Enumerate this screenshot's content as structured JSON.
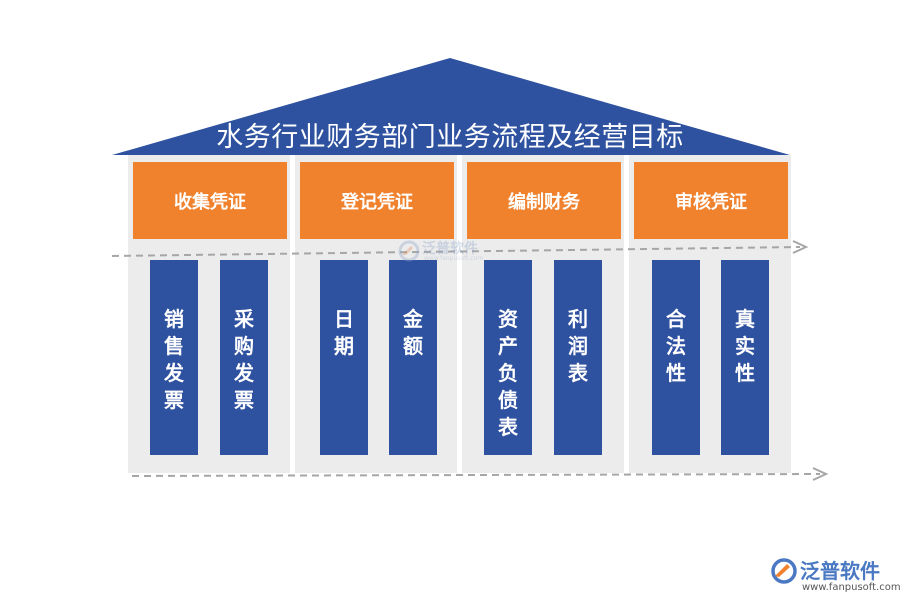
{
  "title": "水务行业财务部门业务流程及经营目标",
  "colors": {
    "roof": "#2f52a0",
    "header": "#f0822e",
    "pillar": "#2f52a0",
    "column_background": "#ececec",
    "arrow": "#a6a6a6"
  },
  "columns": [
    {
      "header": "收集凭证",
      "pillars": [
        "销售发票",
        "采购发票"
      ]
    },
    {
      "header": "登记凭证",
      "pillars": [
        "日期",
        "金额"
      ]
    },
    {
      "header": "编制财务",
      "pillars": [
        "资产负债表",
        "利润表"
      ]
    },
    {
      "header": "审核凭证",
      "pillars": [
        "合法性",
        "真实性"
      ]
    }
  ],
  "brand": {
    "name": "泛普软件",
    "url": "www.fanpusoft.com",
    "logo_icon": "fanpu-logo-icon"
  },
  "watermark": {
    "name": "泛普软件",
    "url": "www.fanpusoft.com",
    "icon": "fanpu-logo-icon"
  }
}
